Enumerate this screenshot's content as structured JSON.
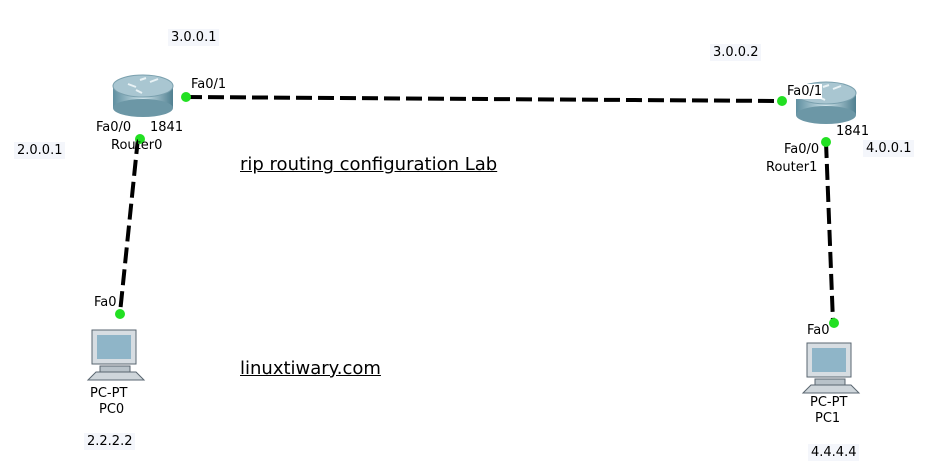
{
  "title": "rip routing configuration Lab",
  "site": "linuxtiwary.com",
  "router0": {
    "name": "Router0",
    "model": "1841",
    "port_up": "Fa0/1",
    "port_down": "Fa0/0",
    "ip_up": "3.0.0.1",
    "ip_down": "2.0.0.1"
  },
  "router1": {
    "name": "Router1",
    "model": "1841",
    "port_up": "Fa0/1",
    "port_down": "Fa0/0",
    "ip_up": "3.0.0.2",
    "ip_down": "4.0.0.1"
  },
  "pc0": {
    "type": "PC-PT",
    "name": "PC0",
    "port": "Fa0",
    "ip": "2.2.2.2"
  },
  "pc1": {
    "type": "PC-PT",
    "name": "PC1",
    "port": "Fa0",
    "ip": "4.4.4.4"
  },
  "colors": {
    "link": "#000000",
    "port_up": "#22e022"
  }
}
